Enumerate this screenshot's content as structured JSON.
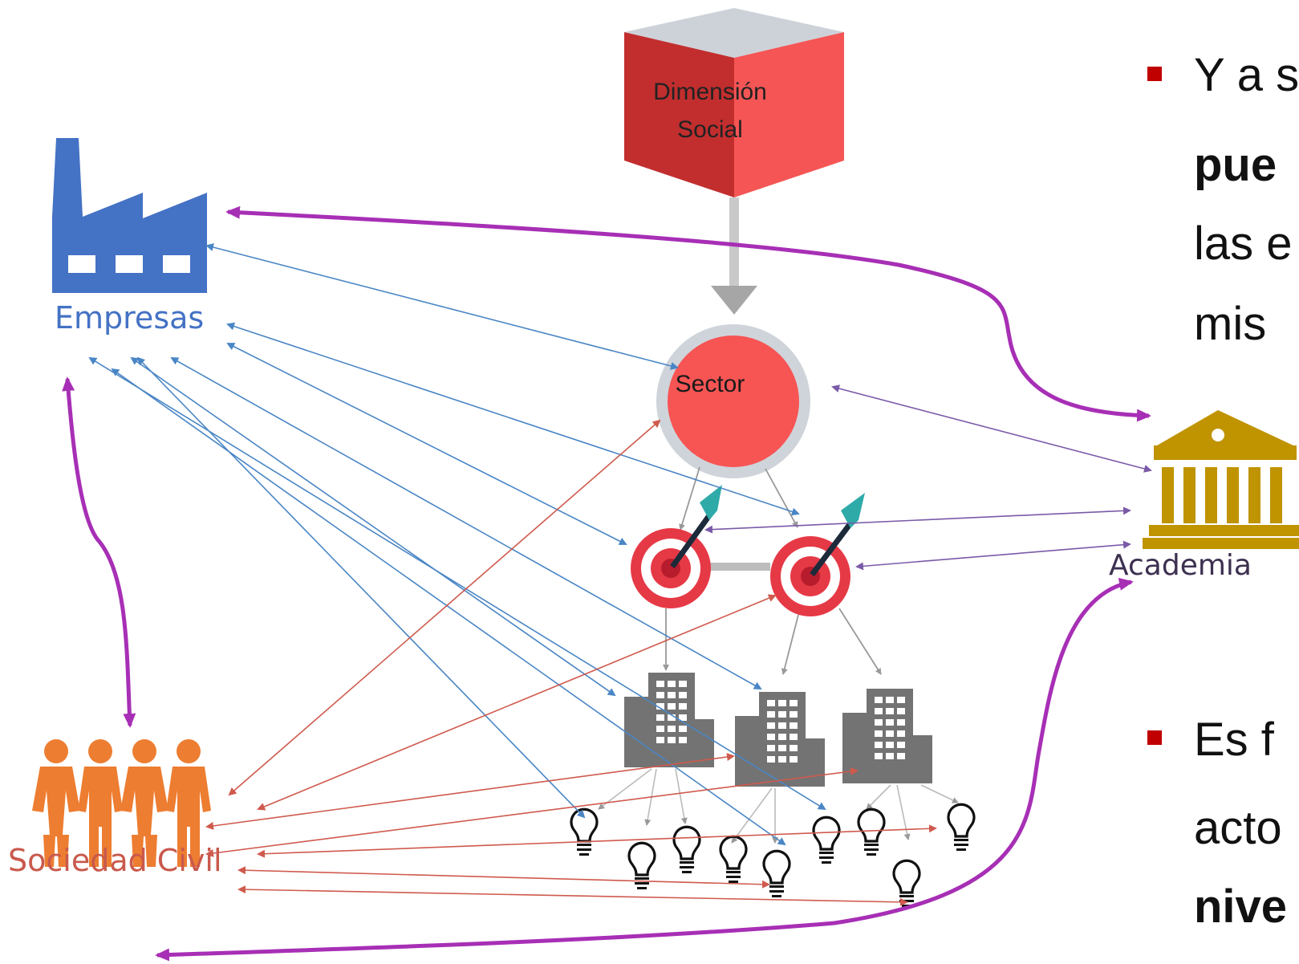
{
  "nodes": {
    "dimension": {
      "line1": "Dimensión",
      "line2": "Social"
    },
    "sector": "Sector",
    "empresas": "Empresas",
    "academia": "Academia",
    "sociedad_civil": "Sociedad Civil"
  },
  "bullets": [
    {
      "lines": [
        "Y a s",
        "pue",
        "las e",
        "mis"
      ],
      "bold": [
        false,
        true,
        false,
        false
      ]
    },
    {
      "lines": [
        "Es f",
        "acto",
        "nive"
      ],
      "bold": [
        false,
        false,
        true
      ]
    }
  ],
  "colors": {
    "empresas": "#4472c4",
    "academia": "#c09300",
    "sociedad": "#ed7d31",
    "cube": "#e84848",
    "sector": "#f75454",
    "purple": "#a72fb5",
    "blue_arrow": "#4a86c5",
    "red_arrow": "#cf5a4d",
    "violet_arrow": "#7a5aa8",
    "bullet": "#c00000"
  },
  "icons": [
    "factory-icon",
    "institution-icon",
    "people-icon",
    "cube-icon",
    "target-icon",
    "building-icon",
    "lightbulb-icon"
  ]
}
